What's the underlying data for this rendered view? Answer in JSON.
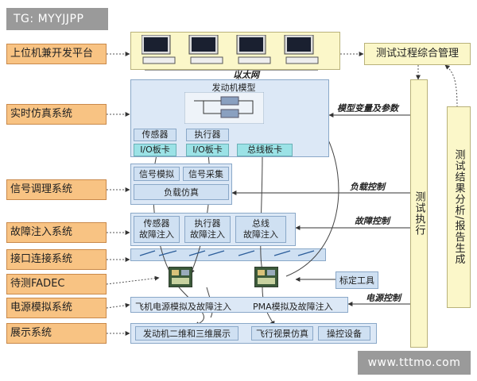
{
  "tag": "TG: MYYJJPP",
  "watermark": "www.tttmo.com",
  "layers": [
    "上位机兼开发平台",
    "实时仿真系统",
    "信号调理系统",
    "故障注入系统",
    "接口连接系统",
    "待测FADEC",
    "电源模拟系统",
    "展示系统"
  ],
  "ethernet": "以太网",
  "engine_model": "发动机模型",
  "sensor": "传感器",
  "actuator": "执行器",
  "io_card": "I/O板卡",
  "bus_card": "总线板卡",
  "signal": {
    "sim": "信号模拟",
    "collect": "信号采集",
    "load": "负载仿真"
  },
  "fault": {
    "sensor": [
      "传感器",
      "故障注入"
    ],
    "actuator": [
      "执行器",
      "故障注入"
    ],
    "bus": [
      "总线",
      "故障注入"
    ]
  },
  "calib_tool": "标定工具",
  "power": {
    "flight": "飞机电源模拟及故障注入",
    "pma": "PMA模拟及故障注入"
  },
  "display": {
    "engine": "发动机二维和三维展示",
    "flight": "飞行视景仿真",
    "control": "操控设备"
  },
  "right": {
    "management": "测试过程综合管理",
    "execution": "测试执行",
    "analysis": "测试结果分析/报告生成"
  },
  "arrows": {
    "model_params": "模型变量及参数",
    "load_ctrl": "负载控制",
    "fault_ctrl": "故障控制",
    "power_ctrl": "电源控制"
  },
  "colors": {
    "layer_fill": "#f8c383",
    "yellow_fill": "#fbf7c9",
    "panel_fill": "#dce8f6",
    "cyan_fill": "#9be2e6"
  }
}
